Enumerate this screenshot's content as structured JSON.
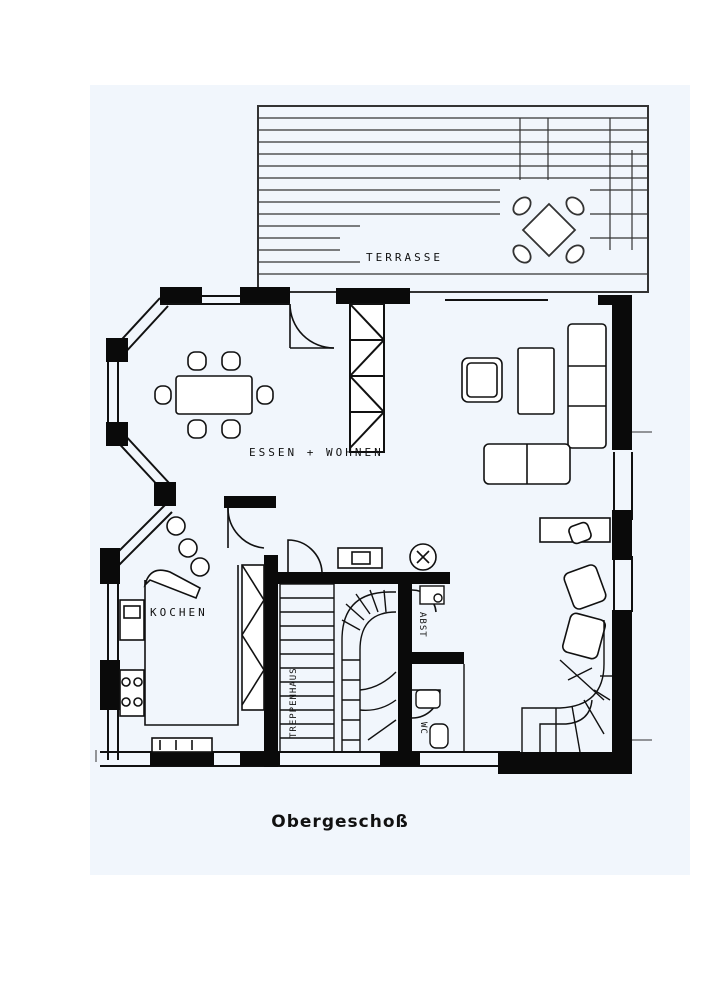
{
  "plan": {
    "caption": "Obergeschoß",
    "rooms": {
      "terrace": "TERRASSE",
      "living": "ESSEN + WOHNEN",
      "kitchen": "KOCHEN",
      "stairwell": "TREPPENHAUS",
      "utility": "ABST",
      "wc": "WC"
    }
  }
}
